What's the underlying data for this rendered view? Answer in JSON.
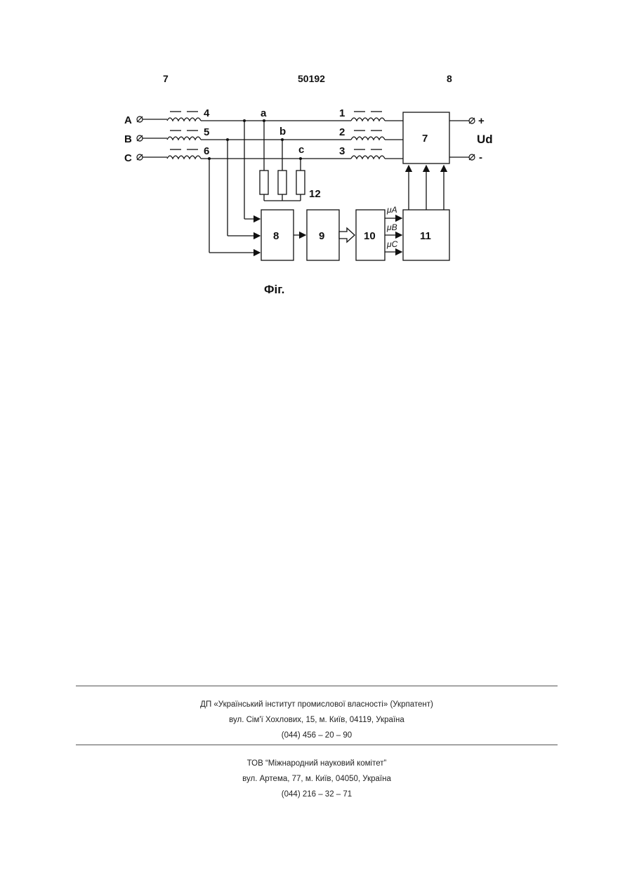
{
  "header": {
    "left_page": "7",
    "patent_number": "50192",
    "right_page": "8"
  },
  "diagram": {
    "phases": [
      "A",
      "B",
      "C"
    ],
    "input_reactors": [
      "4",
      "5",
      "6"
    ],
    "output_reactors": [
      "1",
      "2",
      "3"
    ],
    "nodes": [
      "a",
      "b",
      "c"
    ],
    "resistor_group": "12",
    "blocks": [
      "7",
      "8",
      "9",
      "10",
      "11"
    ],
    "signals": [
      "μA",
      "μB",
      "μC"
    ],
    "output_plus": "+",
    "output_minus": "-",
    "output_voltage": "Ud"
  },
  "caption": "Фіг.",
  "footer": {
    "publisher": {
      "name": "ДП «Український інститут промислової власності» (Укрпатент)",
      "address": "вул. Сім'ї Хохлових, 15, м. Київ, 04119, Україна",
      "phone": "(044) 456 – 20 – 90"
    },
    "printer": {
      "name": "ТОВ “Міжнародний науковий комітет”",
      "address": "вул. Артема, 77, м. Київ, 04050, Україна",
      "phone": "(044) 216 – 32 – 71"
    }
  }
}
